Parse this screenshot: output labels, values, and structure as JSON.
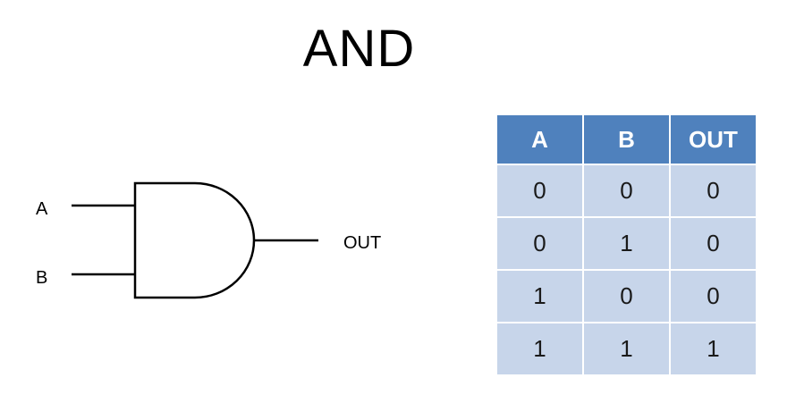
{
  "title": "AND",
  "gate": {
    "input_a": "A",
    "input_b": "B",
    "output": "OUT"
  },
  "truth_table": {
    "headers": [
      "A",
      "B",
      "OUT"
    ],
    "rows": [
      [
        "0",
        "0",
        "0"
      ],
      [
        "0",
        "1",
        "0"
      ],
      [
        "1",
        "0",
        "0"
      ],
      [
        "1",
        "1",
        "1"
      ]
    ]
  },
  "colors": {
    "header_bg": "#4f81bd",
    "row_bg": "#c7d5ea",
    "text": "#000000"
  }
}
